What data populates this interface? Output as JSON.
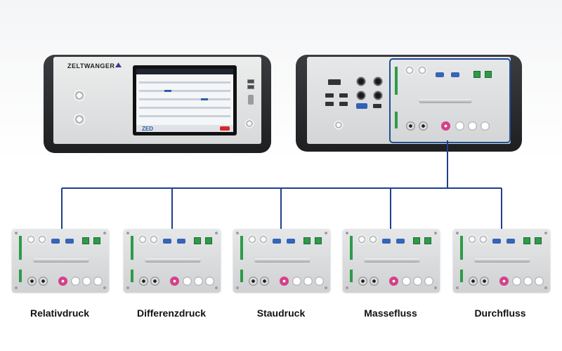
{
  "front_device": {
    "brand": "ZELTWANGER",
    "series": "ZED"
  },
  "modules": [
    {
      "label": "Relativdruck"
    },
    {
      "label": "Differenzdruck"
    },
    {
      "label": "Staudruck"
    },
    {
      "label": "Massefluss"
    },
    {
      "label": "Durchfluss"
    }
  ],
  "colors": {
    "connector_line": "#1f3f8f",
    "module_highlight": "#1f4f96",
    "accent_pink": "#d6408a",
    "accent_green": "#2e9a4a",
    "sub_d_blue": "#3564b8"
  }
}
